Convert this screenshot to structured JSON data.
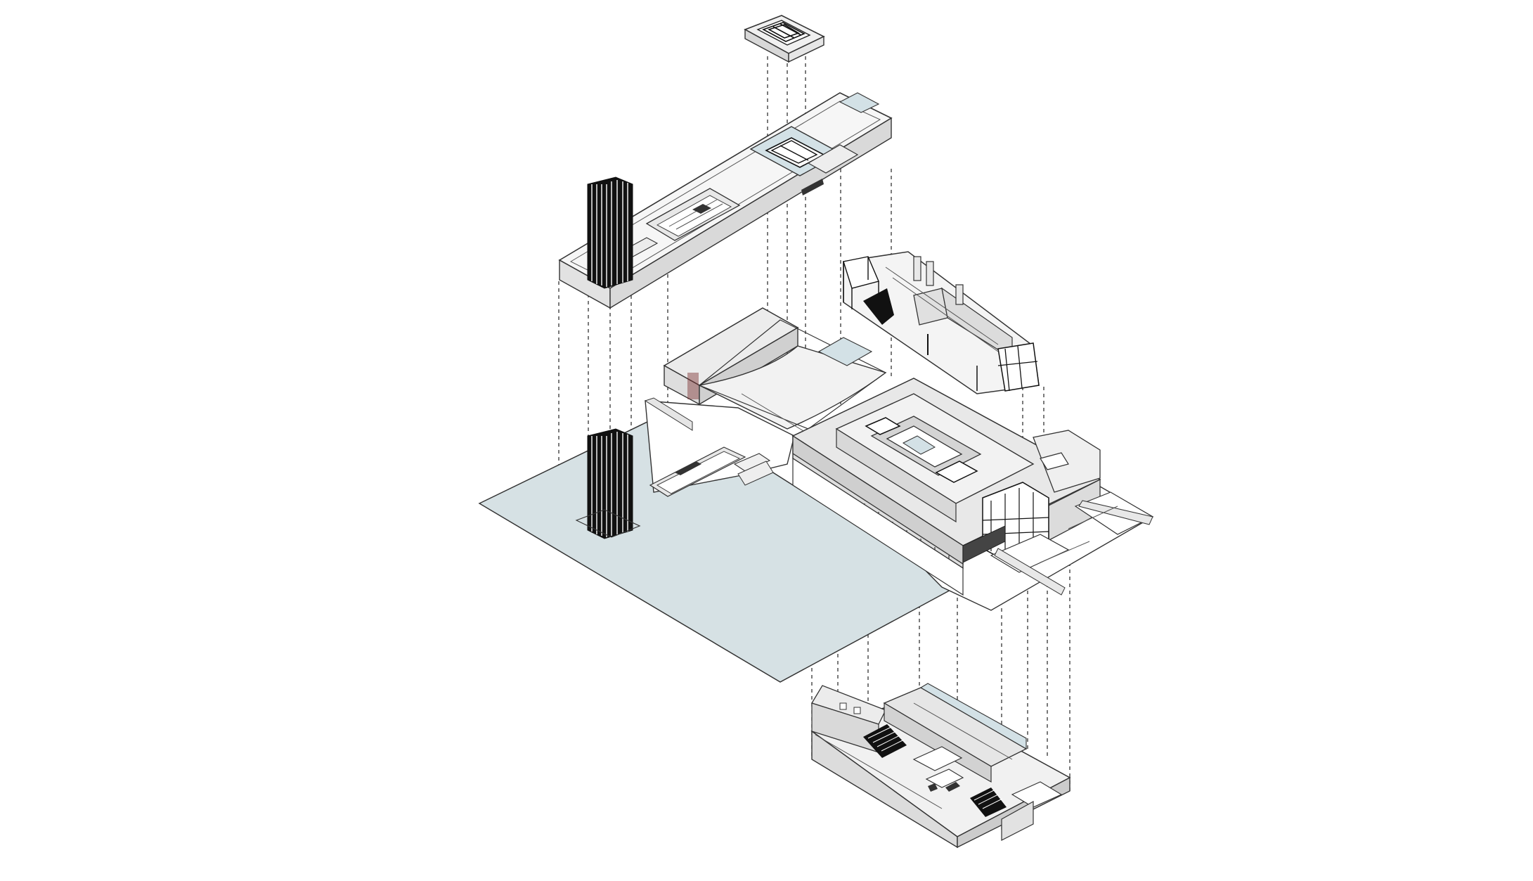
{
  "diagram": {
    "kind": "exploded-axonometric",
    "colors": {
      "background": "#ffffff",
      "line": "#333333",
      "water": "#d6e1e4",
      "panel_light": "#f3f3f3",
      "panel_mid": "#e4e4e4",
      "panel_dark": "#cfcfcf",
      "glass": "#d3e1e6",
      "solid": "#111111"
    },
    "components": [
      "roof-lantern",
      "upper-roof-slab",
      "tower-element",
      "frame-module",
      "canopy-hall",
      "main-building",
      "reflecting-pool",
      "basement-level"
    ]
  }
}
